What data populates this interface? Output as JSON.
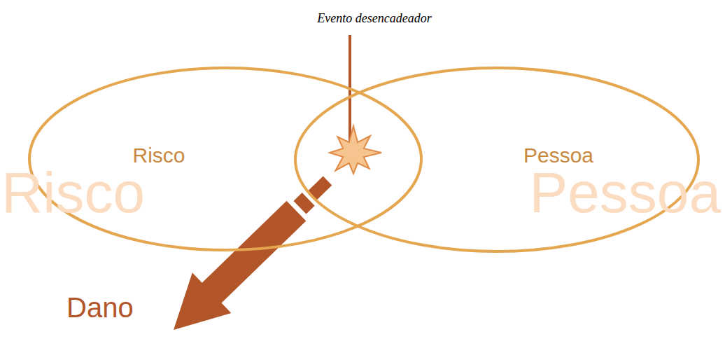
{
  "diagram": {
    "nodes": [
      {
        "text": [
          "Risco"
        ]
      },
      {
        "text": [
          "Pessoa"
        ]
      }
    ],
    "labels": [
      "Evento desencadeador",
      "Risco",
      "Pessoa",
      "Dano"
    ]
  }
}
